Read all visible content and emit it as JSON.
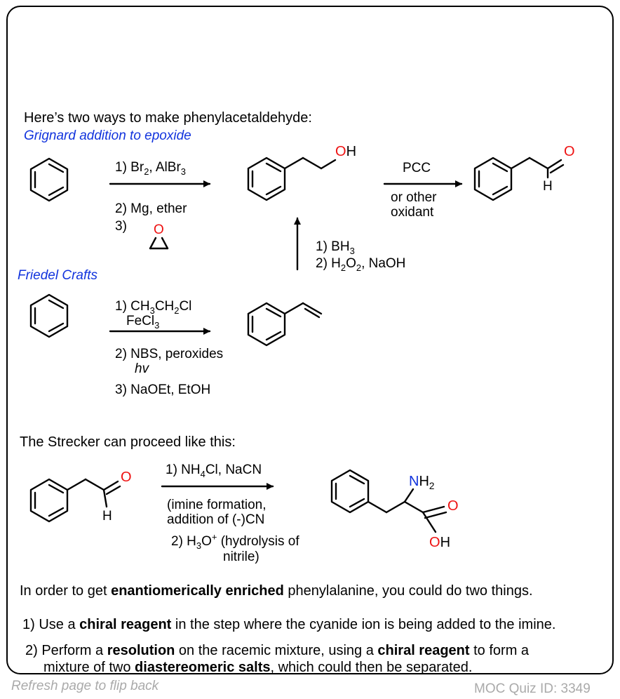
{
  "intro": "Here’s two ways to make phenylacetaldehyde:",
  "route1": {
    "title": "Grignard addition to epoxide",
    "step1_prefix": "1) Br",
    "step1_sub": "2",
    "step1_mid": ", AlBr",
    "step1_sub2": "3",
    "step2": "2) Mg, ether",
    "step3": "3)",
    "epoxide_o": "O"
  },
  "alcohol_label": {
    "o": "O",
    "h": "H"
  },
  "oxidation": {
    "reagent": "PCC",
    "alt_line1": "or other",
    "alt_line2": "oxidant"
  },
  "aldehyde_label": {
    "o": "O",
    "h": "H"
  },
  "hydroboration": {
    "step1_prefix": "1) BH",
    "step1_sub": "3",
    "step2_prefix": "2) H",
    "step2_sub1": "2",
    "step2_mid": "O",
    "step2_sub2": "2",
    "step2_suffix": ", NaOH"
  },
  "route2": {
    "title": "Friedel Crafts",
    "step1_a": "1) CH",
    "step1_a_sub1": "3",
    "step1_a_mid": "CH",
    "step1_a_sub2": "2",
    "step1_a_end": "Cl",
    "step1_b": "FeCl",
    "step1_b_sub": "3",
    "step2": "2) NBS, peroxides",
    "step2_b": "hv",
    "step3": "3) NaOEt, EtOH"
  },
  "strecker": {
    "intro": "The Strecker can proceed like this:",
    "aldehyde_o": "O",
    "aldehyde_h": "H",
    "step1_prefix": "1) NH",
    "step1_sub": "4",
    "step1_suffix": "Cl, NaCN",
    "note1": "(imine formation,",
    "note2": "addition of (-)CN",
    "step2_prefix": "2) H",
    "step2_sub": "3",
    "step2_mid": "O",
    "step2_sup": "+",
    "step2_suffix": " (hydrolysis of",
    "step2_line2": "nitrile)",
    "product_n": "N",
    "product_h2": "H",
    "product_h2_sub": "2",
    "product_o": "O",
    "product_oh_o": "O",
    "product_oh_h": "H"
  },
  "conclusion": {
    "line_a": "In order to get ",
    "line_b": "enantiomerically enriched",
    "line_c": " phenylalanine, you could do two things.",
    "opt1_a": "1) Use a ",
    "opt1_b": "chiral reagent",
    "opt1_c": " in the step where the cyanide ion is being added to the imine.",
    "opt2_a": "2) Perform a ",
    "opt2_b": "resolution",
    "opt2_c": " on the racemic mixture, using a ",
    "opt2_d": "chiral reagent",
    "opt2_e": " to form a",
    "opt2_f": "mixture of two ",
    "opt2_g": "diastereomeric salts",
    "opt2_h": ", which could then be separated."
  },
  "footer": {
    "refresh": "Refresh page to flip back",
    "quiz_id": "MOC Quiz ID: 3349"
  },
  "colors": {
    "heteroatom_red": "#ee1111",
    "nitrogen_blue": "#1133dd",
    "label_blue": "#1133dd",
    "footer_gray": "#aaaaaa"
  }
}
